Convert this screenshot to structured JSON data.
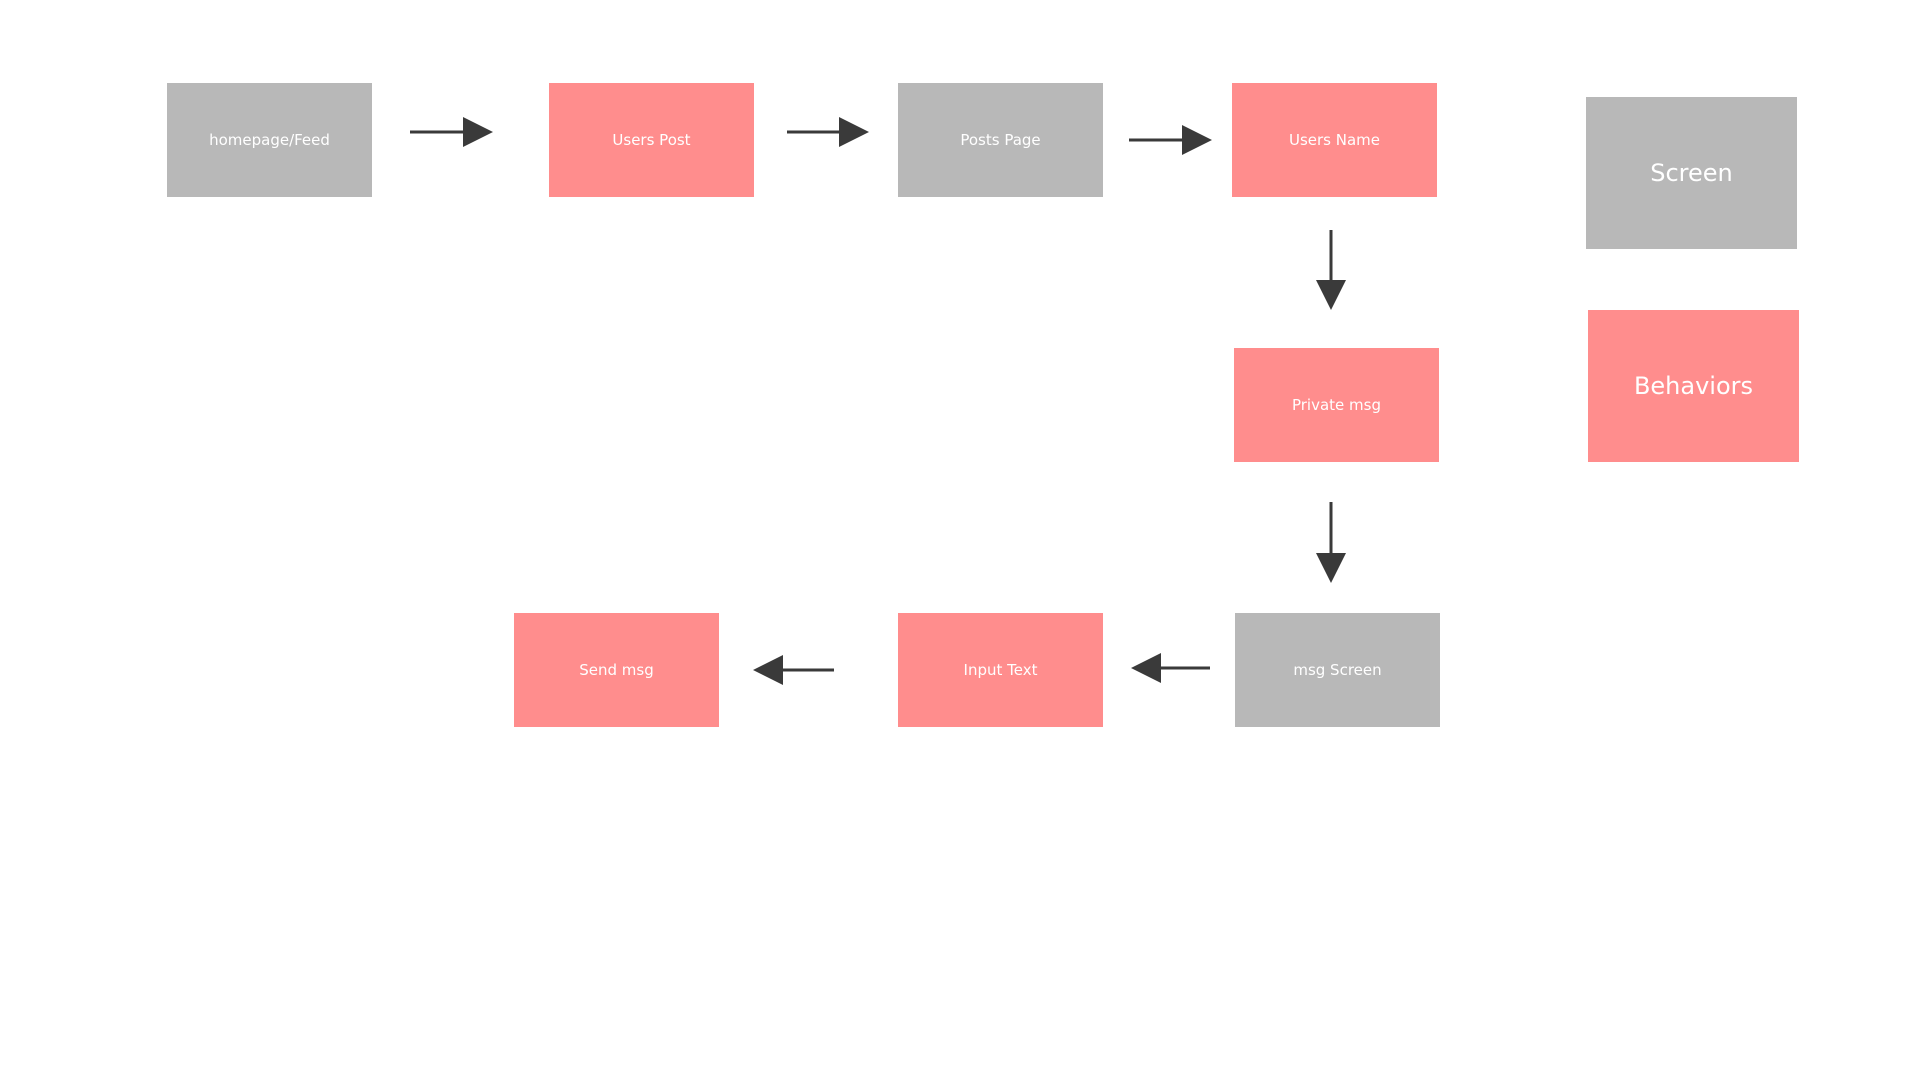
{
  "colors": {
    "screen": "#b8b8b8",
    "behavior": "#ff8d8d",
    "arrow": "#3a3a3a",
    "text": "#ffffff",
    "background": "#ffffff"
  },
  "nodes": {
    "homepage_feed": "homepage/Feed",
    "users_post": "Users Post",
    "posts_page": "Posts Page",
    "users_name": "Users Name",
    "private_msg": "Private msg",
    "msg_screen": "msg Screen",
    "input_text": "Input Text",
    "send_msg": "Send msg"
  },
  "legend": {
    "screen_label": "Screen",
    "behaviors_label": "Behaviors"
  },
  "edges": [
    {
      "from": "homepage_feed",
      "to": "users_post"
    },
    {
      "from": "users_post",
      "to": "posts_page"
    },
    {
      "from": "posts_page",
      "to": "users_name"
    },
    {
      "from": "users_name",
      "to": "private_msg"
    },
    {
      "from": "private_msg",
      "to": "msg_screen"
    },
    {
      "from": "msg_screen",
      "to": "input_text"
    },
    {
      "from": "input_text",
      "to": "send_msg"
    }
  ]
}
